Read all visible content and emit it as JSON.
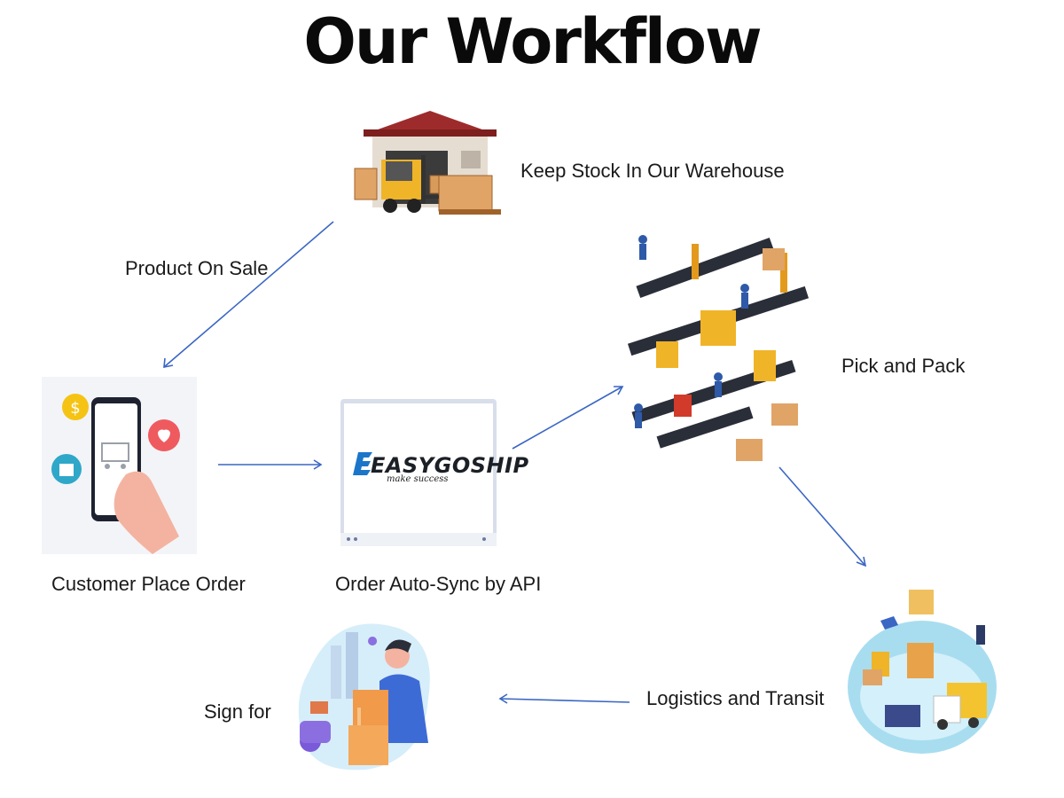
{
  "title": "Our Workflow",
  "steps": {
    "warehouse": "Keep Stock In Our Warehouse",
    "on_sale": "Product On Sale",
    "customer": "Customer Place Order",
    "sync": "Order Auto-Sync by API",
    "pick": "Pick and Pack",
    "logistics": "Logistics and Transit",
    "sign": "Sign for"
  },
  "brand": {
    "name": "EASYGOSHIP",
    "tagline": "make success"
  },
  "icons": {
    "warehouse": "warehouse-forklift-icon",
    "phone": "shopping-phone-icon",
    "laptop": "laptop-screen-icon",
    "factory": "factory-conveyor-icon",
    "logistics": "logistics-globe-icon",
    "delivery": "delivery-person-icon"
  },
  "colors": {
    "arrow": "#3a66c4",
    "title": "#0a0a0a"
  }
}
